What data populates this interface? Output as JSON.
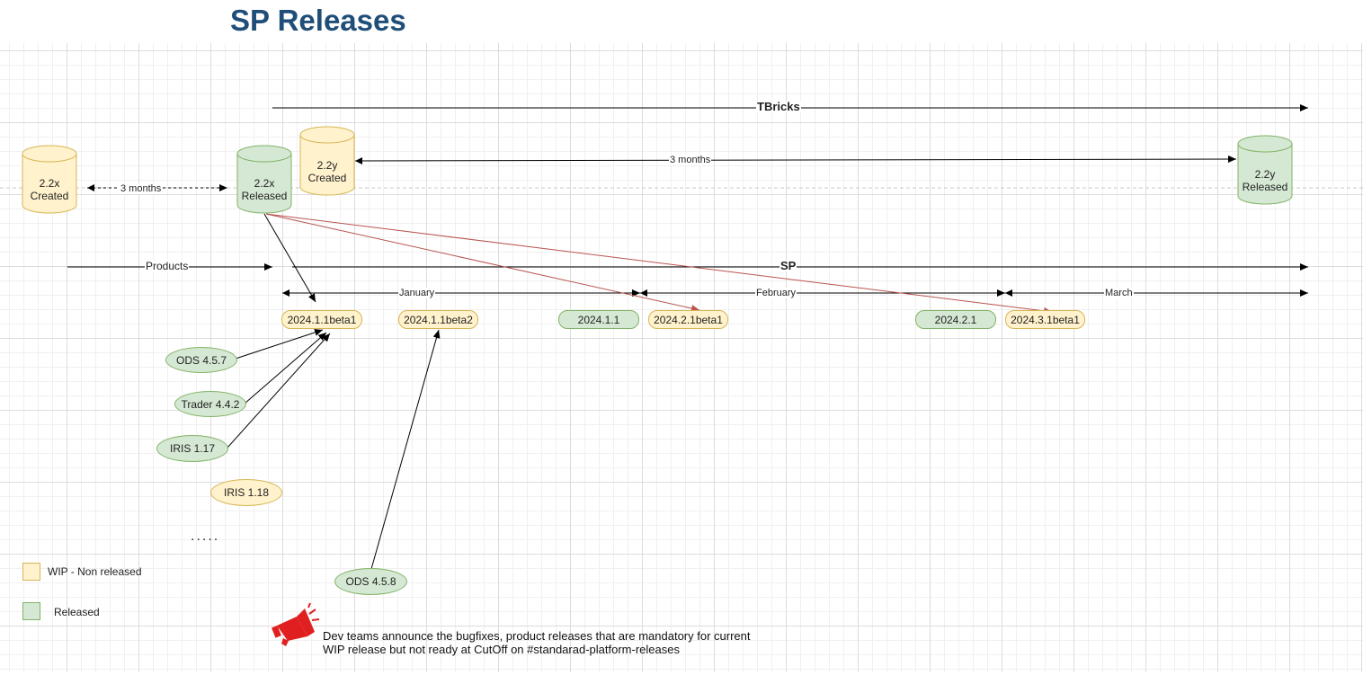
{
  "title": "SP Releases",
  "cylinders": {
    "c22x_created": {
      "line1": "2.2x",
      "line2": "Created",
      "status": "wip"
    },
    "c22x_released": {
      "line1": "2.2x",
      "line2": "Released",
      "status": "released"
    },
    "c22y_created": {
      "line1": "2.2y",
      "line2": "Created",
      "status": "wip"
    },
    "c22y_released": {
      "line1": "2.2y",
      "line2": "Released",
      "status": "released"
    }
  },
  "labels": {
    "three_months_short": "3 months",
    "three_months_long": "3 months",
    "tbricks": "TBricks",
    "products": "Products",
    "sp": "SP",
    "january": "January",
    "february": "February",
    "march": "March"
  },
  "releases": {
    "r_2024_1_1beta1": "2024.1.1beta1",
    "r_2024_1_1beta2": "2024.1.1beta2",
    "r_2024_1_1": "2024.1.1",
    "r_2024_2_1beta1": "2024.2.1beta1",
    "r_2024_2_1": "2024.2.1",
    "r_2024_3_1beta1": "2024.3.1beta1"
  },
  "products": {
    "ods_457": "ODS 4.5.7",
    "trader_442": "Trader 4.4.2",
    "iris_117": "IRIS 1.17",
    "iris_118": "IRIS 1.18",
    "ods_458": "ODS 4.5.8",
    "ellipsis": "....."
  },
  "legend": {
    "wip": "WIP - Non released",
    "released": "Released"
  },
  "note": {
    "line1": "Dev teams announce the bugfixes, product releases that are mandatory for current",
    "line2": "WIP release but not ready at CutOff on #standarad-platform-releases"
  },
  "colors": {
    "title": "#1f4e79",
    "wip_fill": "#fff2cc",
    "wip_stroke": "#d6b656",
    "released_fill": "#d5e8d4",
    "released_stroke": "#82b366",
    "red_arrow": "#b85450",
    "megaphone": "#e02020"
  }
}
